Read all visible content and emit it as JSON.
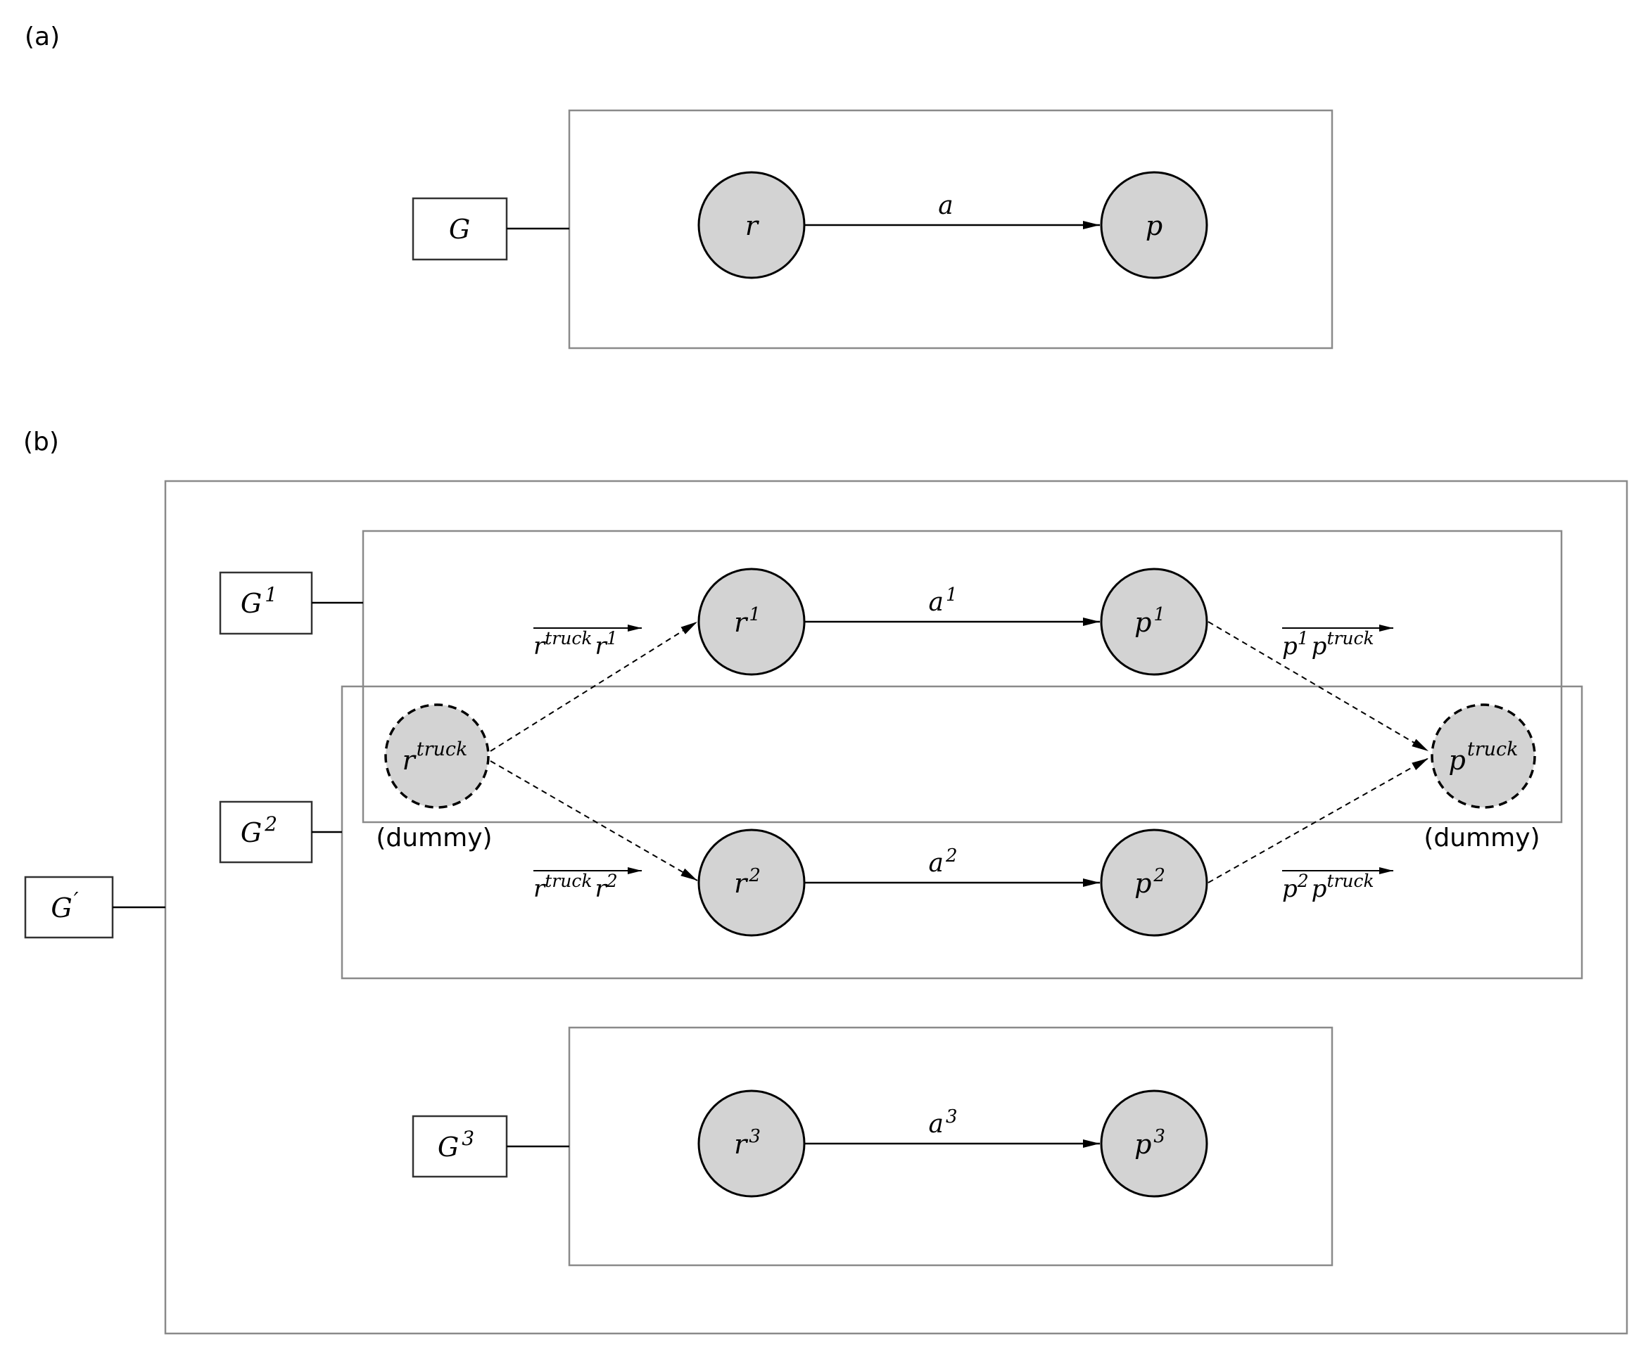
{
  "panels": {
    "a": "(a)",
    "b": "(b)"
  },
  "graph_labels": {
    "G": {
      "base": "G",
      "sup": ""
    },
    "Gprime": {
      "base": "G",
      "sup": "′"
    },
    "G1": {
      "base": "G",
      "sup": "1"
    },
    "G2": {
      "base": "G",
      "sup": "2"
    },
    "G3": {
      "base": "G",
      "sup": "3"
    }
  },
  "nodes": {
    "r": {
      "base": "r",
      "sup": ""
    },
    "p": {
      "base": "p",
      "sup": ""
    },
    "r1": {
      "base": "r",
      "sup": "1"
    },
    "p1": {
      "base": "p",
      "sup": "1"
    },
    "r2": {
      "base": "r",
      "sup": "2"
    },
    "p2": {
      "base": "p",
      "sup": "2"
    },
    "r3": {
      "base": "r",
      "sup": "3"
    },
    "p3": {
      "base": "p",
      "sup": "3"
    },
    "rtruck": {
      "base": "r",
      "sup": "truck"
    },
    "ptruck": {
      "base": "p",
      "sup": "truck"
    }
  },
  "edges": {
    "a": {
      "base": "a",
      "sup": ""
    },
    "a1": {
      "base": "a",
      "sup": "1"
    },
    "a2": {
      "base": "a",
      "sup": "2"
    },
    "a3": {
      "base": "a",
      "sup": "3"
    },
    "rtruck_r1": {
      "b1": "r",
      "s1": "truck",
      "b2": "r",
      "s2": "1"
    },
    "rtruck_r2": {
      "b1": "r",
      "s1": "truck",
      "b2": "r",
      "s2": "2"
    },
    "p1_ptruck": {
      "b1": "p",
      "s1": "1",
      "b2": "p",
      "s2": "truck"
    },
    "p2_ptruck": {
      "b1": "p",
      "s1": "2",
      "b2": "p",
      "s2": "truck"
    }
  },
  "dummy_label": "(dummy)"
}
